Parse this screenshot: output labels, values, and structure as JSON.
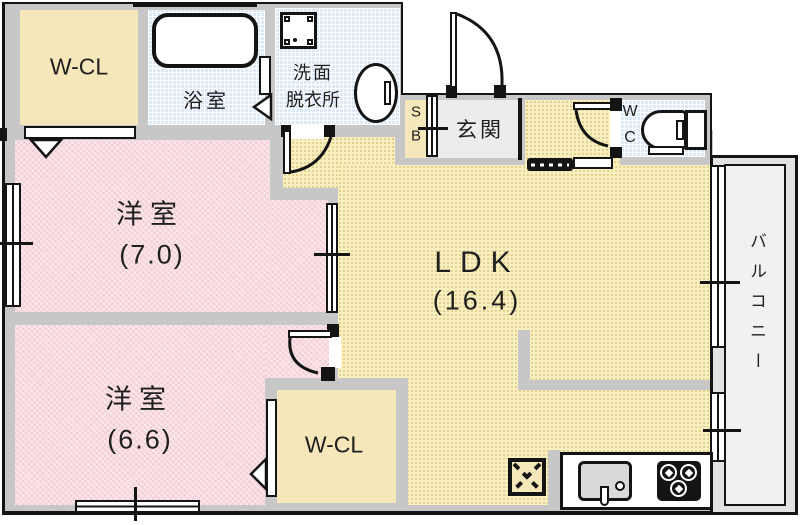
{
  "floorplan": {
    "type": "apartment-floor-plan",
    "rooms": {
      "wcl_top": {
        "label": "W-CL"
      },
      "bath": {
        "label": "浴室"
      },
      "washroom": {
        "label_line1": "洗面",
        "label_line2": "脱衣所"
      },
      "shoe_box": {
        "label_line1": "S",
        "label_line2": "B"
      },
      "entrance": {
        "label": "玄関"
      },
      "toilet": {
        "label_line1": "W",
        "label_line2": "C"
      },
      "western_room_1": {
        "label": "洋室",
        "size": "(7.0)"
      },
      "western_room_2": {
        "label": "洋室",
        "size": "(6.6)"
      },
      "wcl_bottom": {
        "label": "W-CL"
      },
      "ldk": {
        "label": "LDK",
        "size": "(16.4)"
      },
      "balcony": {
        "label": "バルコニー"
      }
    },
    "colors": {
      "wall_gray": "#c7c7c7",
      "outline_black": "#141414",
      "room_pink": "#f8dbe0",
      "ldk_yellow": "#f9efbf",
      "wet_area_blue": "#dde9f6",
      "closet_cream": "#f6e7bb",
      "entrance_floor": "#ececec",
      "balcony_floor": "#f1f1f1"
    }
  }
}
